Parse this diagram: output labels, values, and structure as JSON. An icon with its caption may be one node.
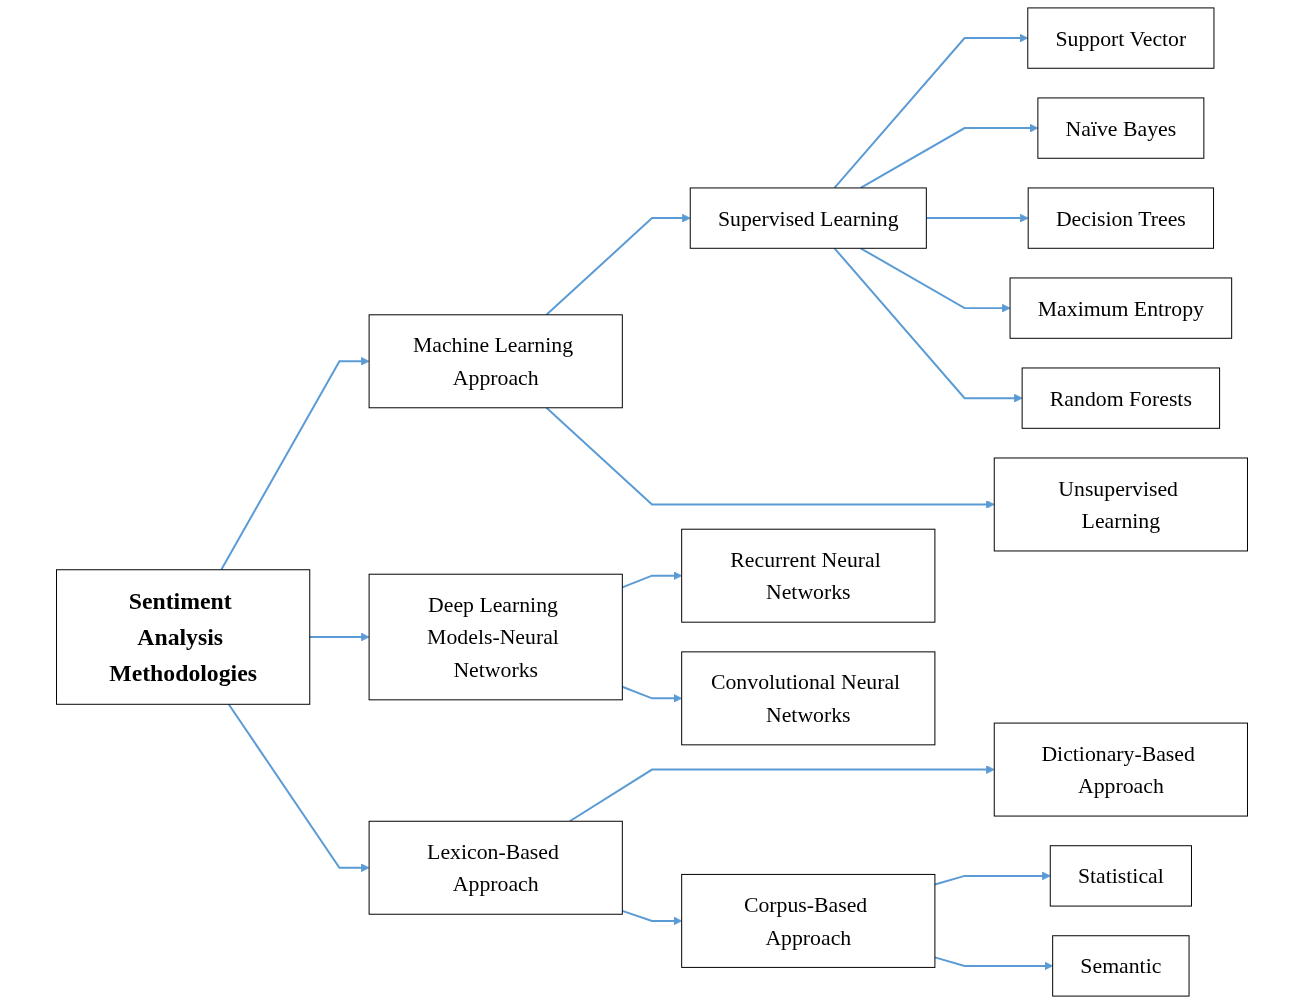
{
  "diagram": {
    "nodes": [
      {
        "text": [
          "Sentiment Analysis Methodologies"
        ]
      },
      {
        "text": [
          "Machine Learning Approach"
        ]
      },
      {
        "text": [
          "Deep Learning Models-Neural Networks"
        ]
      },
      {
        "text": [
          "Lexicon-Based Approach"
        ]
      },
      {
        "text": [
          "Supervised Learning"
        ]
      },
      {
        "text": [
          "Unsupervised Learning"
        ]
      },
      {
        "text": [
          "Dictionary-Based Approach"
        ]
      },
      {
        "text": [
          "Corpus-Based Approach"
        ]
      },
      {
        "text": [
          "Support Vector"
        ]
      },
      {
        "text": [
          "Naïve Bayes"
        ]
      },
      {
        "text": [
          "Decision Trees"
        ]
      },
      {
        "text": [
          "Maximum Entropy"
        ]
      },
      {
        "text": [
          "Random Forests"
        ]
      },
      {
        "text": [
          "Recurrent Neural Networks"
        ]
      },
      {
        "text": [
          "Convolutional Neural Networks"
        ]
      },
      {
        "text": [
          "Statistical"
        ]
      },
      {
        "text": [
          "Semantic"
        ]
      }
    ],
    "edges": [
      {
        "from": 0,
        "to": 1,
        "arrow": "to"
      },
      {
        "from": 0,
        "to": 2,
        "arrow": "to"
      },
      {
        "from": 0,
        "to": 3,
        "arrow": "to"
      },
      {
        "from": 1,
        "to": 4,
        "arrow": "to"
      },
      {
        "from": 1,
        "to": 5,
        "arrow": "to"
      },
      {
        "from": 3,
        "to": 6,
        "arrow": "to"
      },
      {
        "from": 3,
        "to": 7,
        "arrow": "to"
      },
      {
        "from": 4,
        "to": 8,
        "arrow": "to"
      },
      {
        "from": 4,
        "to": 9,
        "arrow": "to"
      },
      {
        "from": 4,
        "to": 10,
        "arrow": "to"
      },
      {
        "from": 4,
        "to": 11,
        "arrow": "to"
      },
      {
        "from": 4,
        "to": 12,
        "arrow": "to"
      },
      {
        "from": 2,
        "to": 13,
        "arrow": "to"
      },
      {
        "from": 2,
        "to": 14,
        "arrow": "to"
      },
      {
        "from": 7,
        "to": 15,
        "arrow": "to"
      },
      {
        "from": 7,
        "to": 16,
        "arrow": "to"
      }
    ]
  }
}
